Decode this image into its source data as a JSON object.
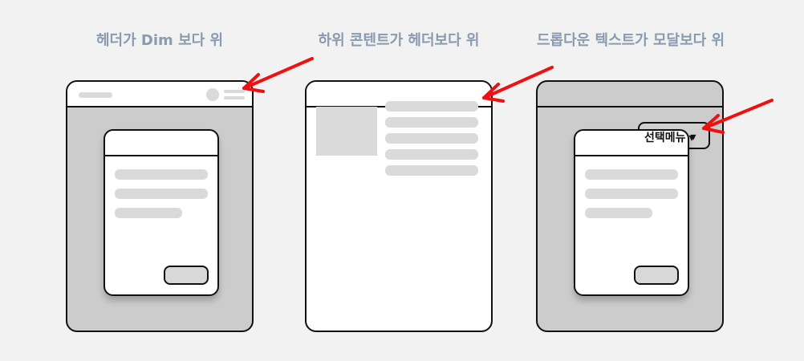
{
  "captions": {
    "left": "헤더가 Dim 보다 위",
    "middle": "하위 콘텐트가 헤더보다 위",
    "right": "드롭다운 텍스트가 모달보다 위"
  },
  "dropdown": {
    "label": "선택메뉴",
    "caret": "▾"
  },
  "colors": {
    "arrow": "#ee1111",
    "dim": "#cccccc",
    "caption": "#8a9bb0"
  }
}
